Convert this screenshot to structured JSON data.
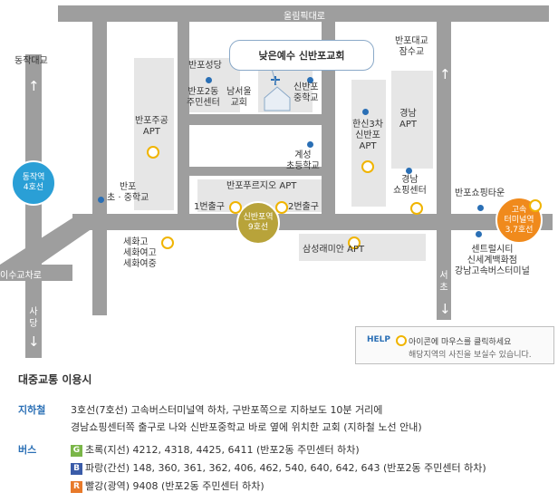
{
  "map": {
    "church_sign": "낮은예수 신반포교회",
    "roads": {
      "top": "올림픽대로",
      "left_horizontal": "이수교차로",
      "left_vertical": "사당",
      "right_vertical": "서초"
    },
    "directions": {
      "dongjak_bridge": "동작대교",
      "banpo_bridge": "반포대교\n잠수교"
    },
    "stations": {
      "dongjak": "동작역\n4호선",
      "sinbanpo": "신반포역\n9호선",
      "terminal": "고속\n터미널역\n3,7호선"
    },
    "labels": {
      "banpo_police": "반포성당",
      "banpo2_center": "반포2동\n주민센터",
      "namseoul_church": "남서울\n교회",
      "sinbanpo_middle": "신반포\n중학교",
      "banpo_jugong": "반포주공\nAPT",
      "hansin": "한신3차\n신반포\nAPT",
      "gyeongnam_apt": "경남\nAPT",
      "gyeseong": "계성\n초등학교",
      "banpo_school": "반포\n초 · 중학교",
      "purugio": "반포푸르지오 APT",
      "exit1": "1번출구",
      "exit2": "2번출구",
      "gyeongnam_shopping": "경남\n쇼핑센터",
      "banpo_shoppingtown": "반포쇼핑타운",
      "sehwa": "세화고\n세화여고\n세화여중",
      "samsung": "삼성래미안 APT",
      "central": "센트럴시티\n신세계백화점\n강남고속버스터미널"
    }
  },
  "help": {
    "tag": "HELP",
    "line1": "아이콘에 마우스를 클릭하세요",
    "line2": "해당지역의 사진을 보실수 있습니다."
  },
  "transit": {
    "title": "대중교통 이용시",
    "subway_label": "지하철",
    "subway_line1": "3호선(7호선) 고속버스터미널역 하차, 구반포쪽으로 지하보도 10분 거리에",
    "subway_line2": "경남쇼핑센터쪽 출구로 나와 신반포중학교 바로 옆에 위치한 교회 (지하철 노선 안내)",
    "bus_label": "버스",
    "buses": [
      {
        "badge": "G",
        "color": "#7ab648",
        "text": "초록(지선) 4212, 4318, 4425, 6411 (반포2동 주민센터 하차)"
      },
      {
        "badge": "B",
        "color": "#3a5ba8",
        "text": "파랑(간선) 148, 360, 361, 362, 406, 462, 540, 640, 642, 643 (반포2동 주민센터 하차)"
      },
      {
        "badge": "R",
        "color": "#e87a2a",
        "text": "빨강(광역) 9408 (반포2동 주민센터 하차)"
      }
    ]
  },
  "colors": {
    "road": "#9e9e9e",
    "block": "#e6e6e6",
    "line4": "#2a9fd6",
    "line9": "#b8a33a",
    "line3": "#f08a1c",
    "accent_blue": "#2a6fb5",
    "ring": "#f0b400"
  }
}
